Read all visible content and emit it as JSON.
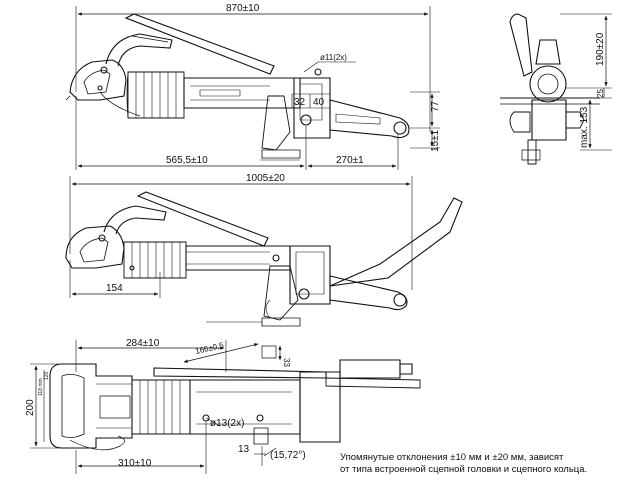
{
  "views": {
    "side_top": {
      "dims": {
        "overall_length": "870±10",
        "bolt_dia": "ø11(2x)",
        "d32": "32",
        "d40": "40",
        "d77": "77",
        "d15": "15±1",
        "d565": "565,5±10",
        "d270": "270±1"
      }
    },
    "front": {
      "dims": {
        "d190": "190±20",
        "d153": "max. 153",
        "d25": "25"
      }
    },
    "side_mid": {
      "dims": {
        "overall_length": "1005±20",
        "d154": "154"
      }
    },
    "plan": {
      "dims": {
        "d284": "284±10",
        "d166": "166±0,5",
        "d33": "33",
        "d200": "200",
        "d118": "118 mm",
        "d120": "120",
        "bolt_dia": "ø13(2x)",
        "d13": "13",
        "angle": "(15,72°)",
        "d310": "310±10"
      }
    }
  },
  "note": {
    "line1": "Упомянутые отклонения ±10 мм и ±20 мм, зависят",
    "line2": "от типа встроенной сцепной головки и сцепного кольца."
  }
}
